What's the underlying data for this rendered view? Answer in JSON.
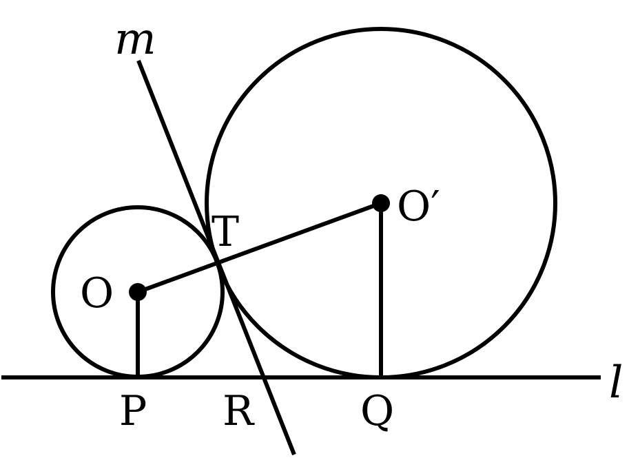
{
  "labels": {
    "m": "m",
    "l": "l",
    "O": "O",
    "O_prime": "O′",
    "T": "T",
    "P": "P",
    "R": "R",
    "Q": "Q"
  },
  "colors": {
    "stroke": "#000000",
    "background": "#ffffff"
  }
}
